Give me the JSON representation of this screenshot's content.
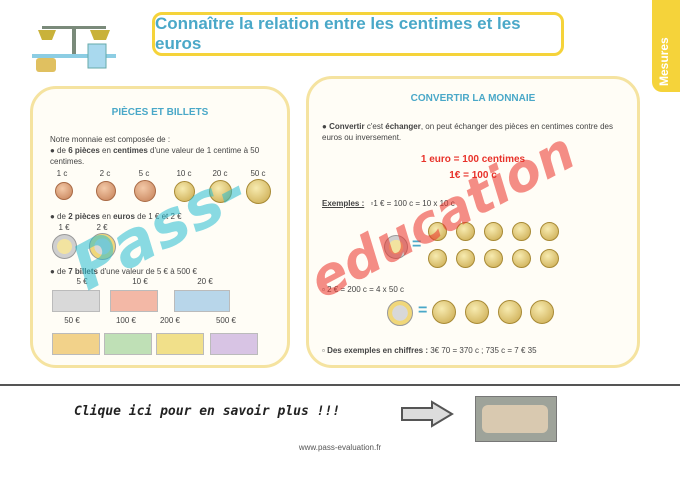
{
  "header": {
    "title": "Connaître la relation entre les centimes et les euros",
    "side_tab": "Mesures"
  },
  "left": {
    "title": "PIÈCES ET BILLETS",
    "intro": "Notre monnaie est composée de :",
    "b1": {
      "pre": "● de ",
      "num": "6 pièces",
      "mid": " en ",
      "unit": "centimes",
      "post": " d'une valeur de 1 centime à 50 centimes."
    },
    "coins_c": [
      "1 c",
      "2 c",
      "5 c",
      "10 c",
      "20 c",
      "50 c"
    ],
    "b2": {
      "pre": "● de ",
      "num": "2 pièces",
      "mid": " en ",
      "unit": "euros",
      "post": " de 1 € et 2 €"
    },
    "coins_e": [
      "1 €",
      "2 €"
    ],
    "b3": {
      "pre": "● de ",
      "num": "7 billets",
      "post": " d'une valeur de 5 € à 500 €"
    },
    "notes": [
      "5 €",
      "10 €",
      "20 €",
      "50 €",
      "100 €",
      "200 €",
      "500 €"
    ]
  },
  "right": {
    "title": "CONVERTIR LA MONNAIE",
    "def_pre": "● ",
    "def_b1": "Convertir",
    "def_mid": " c'est ",
    "def_b2": "échanger",
    "def_post": ", on peut échanger des pièces en centimes contre des euros ou inversement.",
    "rule1": "1 euro = 100 centimes",
    "rule2": "1€ = 100 c",
    "ex_label": "Exemples :",
    "ex1": "1 € = 100 c = 10 x 10 c",
    "ex2": "2 € = 200 c = 4 x 50 c",
    "eq": "=",
    "more_label": "Des exemples en chiffres :",
    "more": "3€ 70 = 370 c ; 735 c = 7 € 35"
  },
  "footer": {
    "cta": "Clique ici pour en savoir plus !!!",
    "site": "www.pass-evaluation.fr"
  },
  "watermark": {
    "part1": "Pass-",
    "part2": "education"
  }
}
